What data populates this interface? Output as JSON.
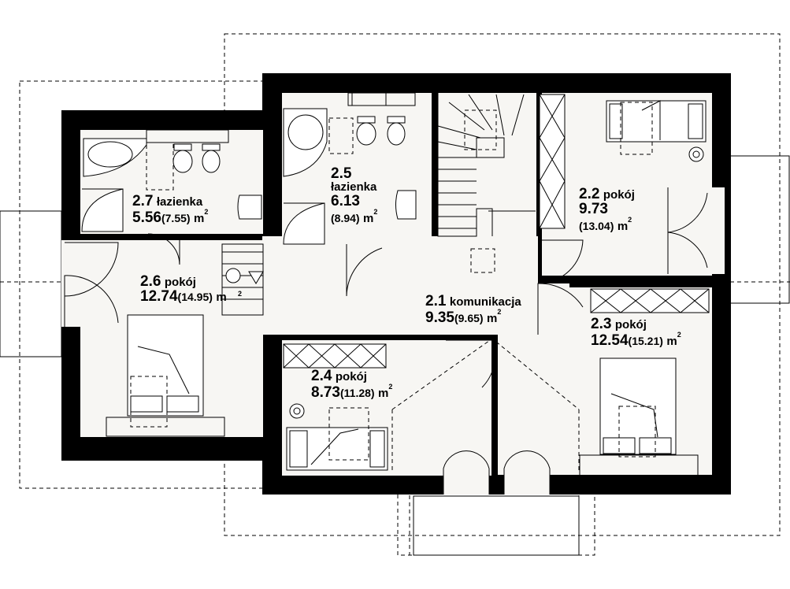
{
  "rooms": {
    "r21": {
      "number": "2.1",
      "name": "komunikacja",
      "area": "9.35",
      "area_full": "(9.65)",
      "unit": "m",
      "sup": "2"
    },
    "r22": {
      "number": "2.2",
      "name": "pokój",
      "area": "9.73",
      "area_full": "(13.04)",
      "unit": "m",
      "sup": "2"
    },
    "r23": {
      "number": "2.3",
      "name": "pokój",
      "area": "12.54",
      "area_full": "(15.21)",
      "unit": "m",
      "sup": "2"
    },
    "r24": {
      "number": "2.4",
      "name": "pokój",
      "area": "8.73",
      "area_full": "(11.28)",
      "unit": "m",
      "sup": "2"
    },
    "r25": {
      "number": "2.5",
      "name": "łazienka",
      "area": "6.13",
      "area_full": "(8.94)",
      "unit": "m",
      "sup": "2"
    },
    "r26": {
      "number": "2.6",
      "name": "pokój",
      "area": "12.74",
      "area_full": "(14.95)",
      "unit": "m",
      "sup": "2"
    },
    "r27": {
      "number": "2.7",
      "name": "łazienka",
      "area": "5.56",
      "area_full": "(7.55)",
      "unit": "m",
      "sup": "2"
    }
  },
  "stairs": {
    "marker": "2"
  }
}
